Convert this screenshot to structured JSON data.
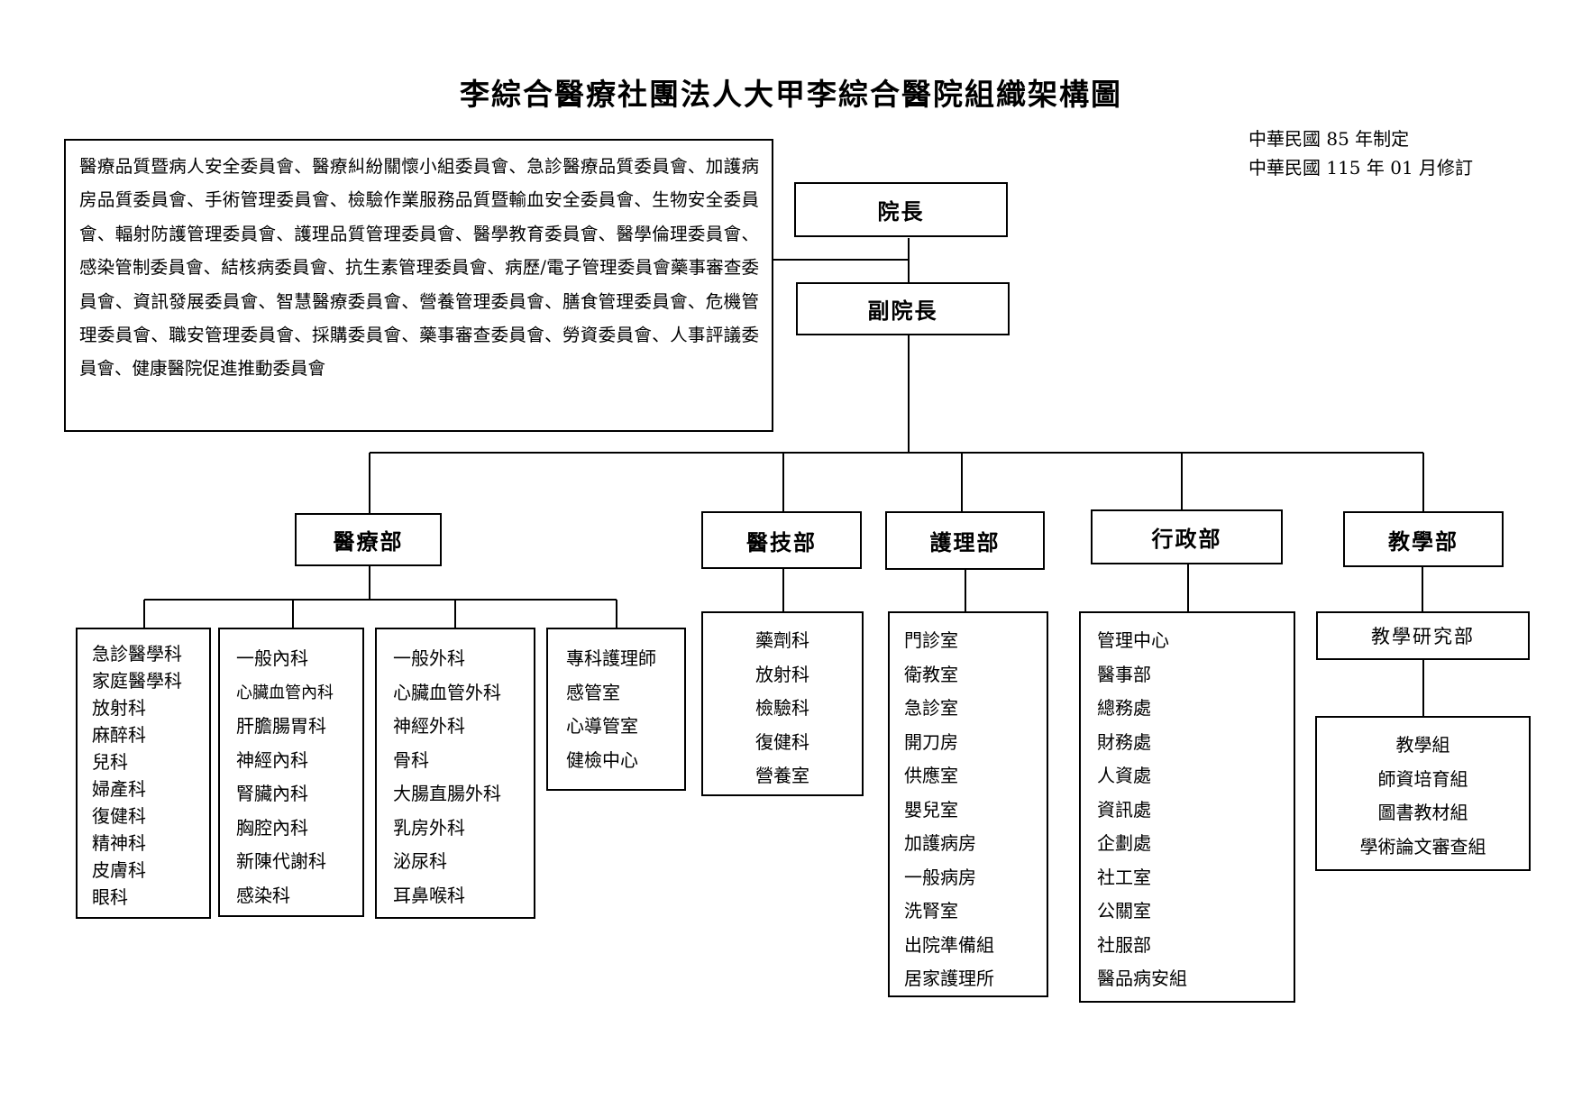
{
  "title": "李綜合醫療社團法人大甲李綜合醫院組織架構圖",
  "meta": {
    "established": "中華民國 85 年制定",
    "revised": "中華民國 115 年 01 月修訂"
  },
  "committees": "醫療品質暨病人安全委員會、醫療糾紛關懷小組委員會、急診醫療品質委員會、加護病房品質委員會、手術管理委員會、檢驗作業服務品質暨輸血安全委員會、生物安全委員會、輻射防護管理委員會、護理品質管理委員會、醫學教育委員會、醫學倫理委員會、感染管制委員會、結核病委員會、抗生素管理委員會、病歷/電子管理委員會藥事審查委員會、資訊發展委員會、智慧醫療委員會、營養管理委員會、膳食管理委員會、危機管理委員會、職安管理委員會、採購委員會、藥事審查委員會、勞資委員會、人事評議委員會、健康醫院促進推動委員會",
  "president": "院長",
  "vice_president": "副院長",
  "departments": {
    "medical": {
      "name": "醫療部",
      "groups": [
        [
          "急診醫學科",
          "家庭醫學科",
          "放射科",
          "麻醉科",
          "兒科",
          "婦產科",
          "復健科",
          "精神科",
          "皮膚科",
          "眼科"
        ],
        [
          "一般內科",
          "心臟血管內科",
          "肝膽腸胃科",
          "神經內科",
          "腎臟內科",
          "胸腔內科",
          "新陳代謝科",
          "感染科"
        ],
        [
          "一般外科",
          "心臟血管外科",
          "神經外科",
          "骨科",
          "大腸直腸外科",
          "乳房外科",
          "泌尿科",
          "耳鼻喉科"
        ],
        [
          "專科護理師",
          "感管室",
          "心導管室",
          "健檢中心"
        ]
      ]
    },
    "medtech": {
      "name": "醫技部",
      "units": [
        "藥劑科",
        "放射科",
        "檢驗科",
        "復健科",
        "營養室"
      ]
    },
    "nursing": {
      "name": "護理部",
      "units": [
        "門診室",
        "衛教室",
        "急診室",
        "開刀房",
        "供應室",
        "嬰兒室",
        "加護病房",
        "一般病房",
        "洗腎室",
        "出院準備組",
        "居家護理所"
      ]
    },
    "admin": {
      "name": "行政部",
      "units": [
        "管理中心",
        "醫事部",
        "總務處",
        "財務處",
        "人資處",
        "資訊處",
        "企劃處",
        "社工室",
        "公關室",
        "社服部",
        "醫品病安組"
      ]
    },
    "teaching": {
      "name": "教學部",
      "sub": "教學研究部",
      "units": [
        "教學組",
        "師資培育組",
        "圖書教材組",
        "學術論文審查組"
      ]
    }
  }
}
